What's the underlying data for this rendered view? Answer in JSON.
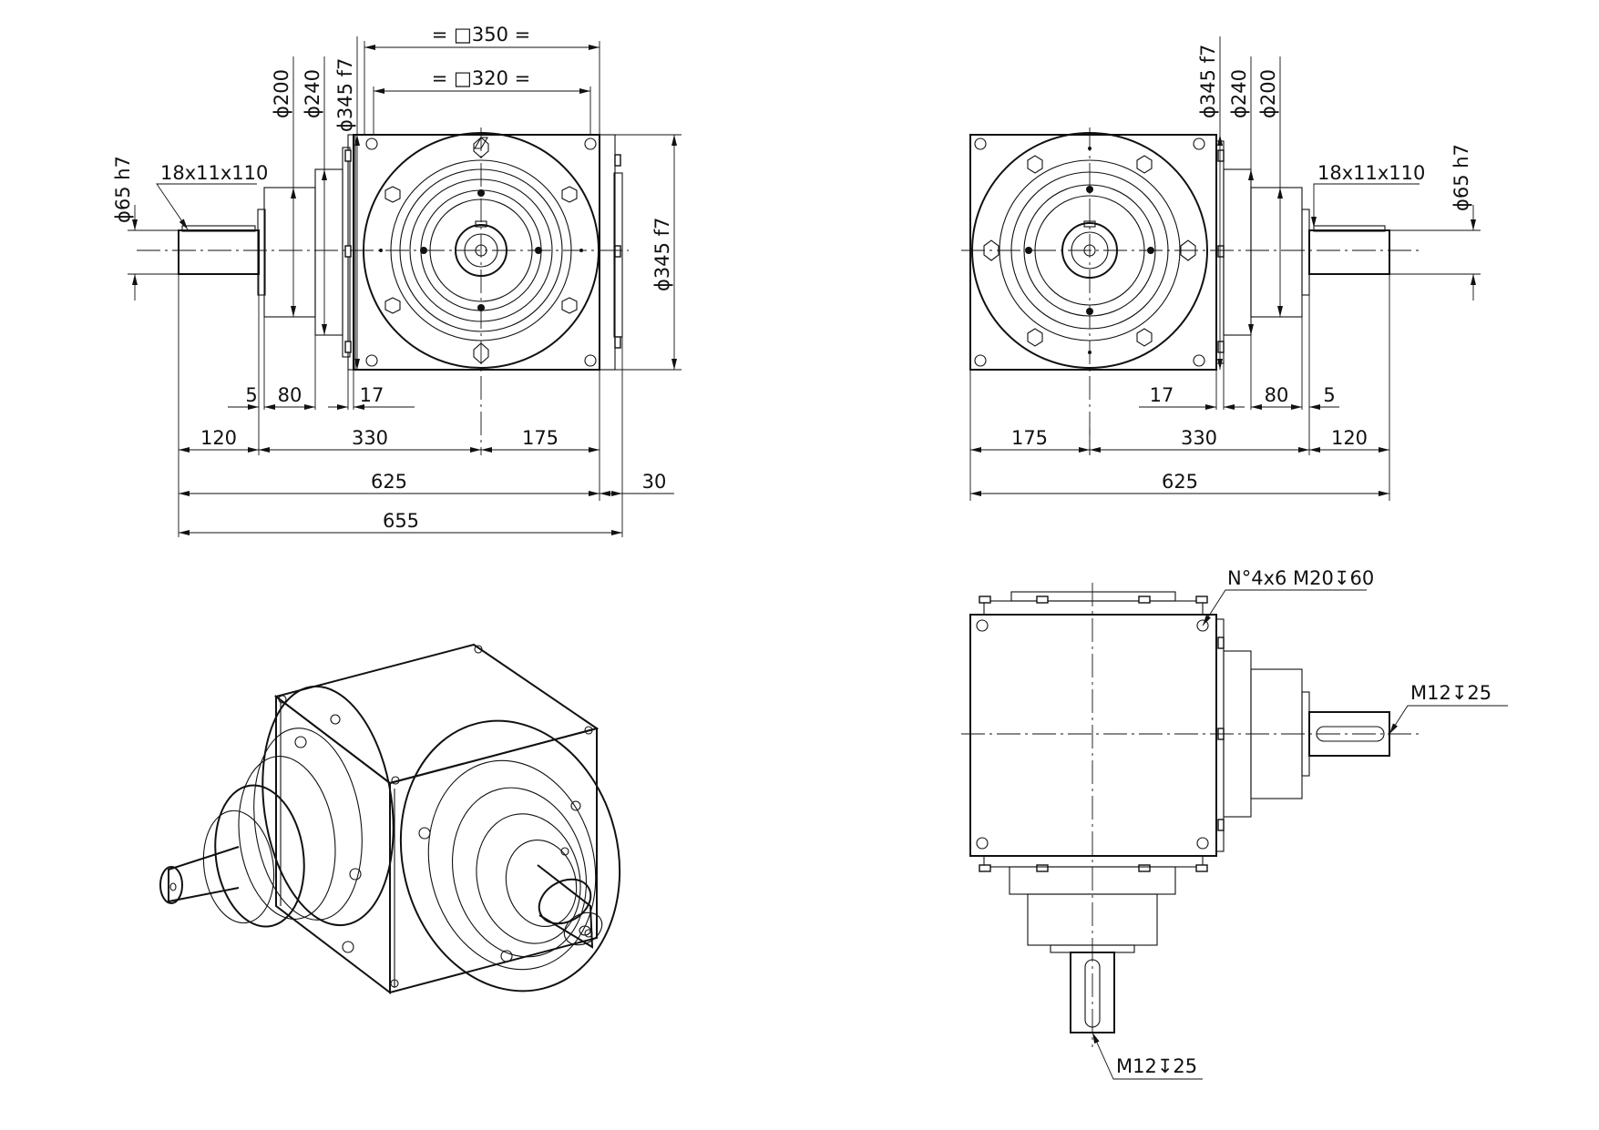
{
  "front_view": {
    "square_outer": "= □350 =",
    "square_inner": "= □320 =",
    "dia_345": "ϕ345 f7",
    "dia_240": "ϕ240",
    "dia_200": "ϕ200",
    "shaft_dia": "ϕ65 h7",
    "key": "18x11x110",
    "dia_345_side": "ϕ345 f7",
    "dim_5": "5",
    "dim_80": "80",
    "dim_17": "17",
    "dim_120": "120",
    "dim_330": "330",
    "dim_175": "175",
    "dim_625": "625",
    "dim_30": "30",
    "dim_655": "655"
  },
  "side_view": {
    "dia_345": "ϕ345 f7",
    "dia_240": "ϕ240",
    "dia_200": "ϕ200",
    "shaft_dia": "ϕ65 h7",
    "key": "18x11x110",
    "dim_17": "17",
    "dim_80": "80",
    "dim_5": "5",
    "dim_175": "175",
    "dim_330": "330",
    "dim_120": "120",
    "dim_625": "625"
  },
  "top_view": {
    "holes": "N°4x6 M20↧60",
    "thread_side": "M12↧25",
    "thread_bottom": "M12↧25"
  }
}
